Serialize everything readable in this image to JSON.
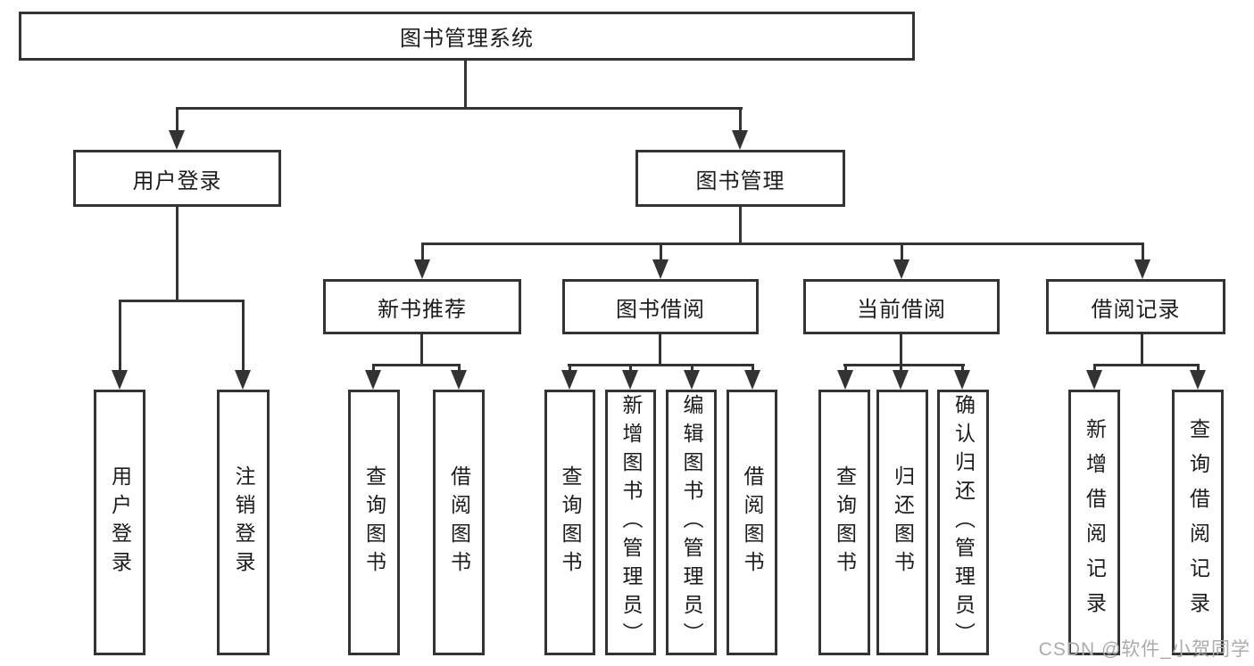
{
  "diagram": {
    "title": "图书管理系统",
    "level2": {
      "user_login": "用户登录",
      "book_management": "图书管理"
    },
    "level3": {
      "new_book_recommend": "新书推荐",
      "book_borrow": "图书借阅",
      "current_borrow": "当前借阅",
      "borrow_records": "借阅记录"
    },
    "leaves": {
      "user_login": [
        "用户登录",
        "注销登录"
      ],
      "new_book_recommend": [
        "查询图书",
        "借阅图书"
      ],
      "book_borrow": [
        "查询图书",
        "新增图书（管理员）",
        "编辑图书（管理员）",
        "借阅图书"
      ],
      "current_borrow": [
        "查询图书",
        "归还图书",
        "确认归还（管理员）"
      ],
      "borrow_records": [
        "新增借阅记录",
        "查询借阅记录"
      ]
    }
  },
  "watermark": "CSDN @软件_小贺同学",
  "colors": {
    "line": "#333333",
    "text": "#1c1c1c",
    "watermark": "#ababab",
    "background": "#ffffff"
  }
}
